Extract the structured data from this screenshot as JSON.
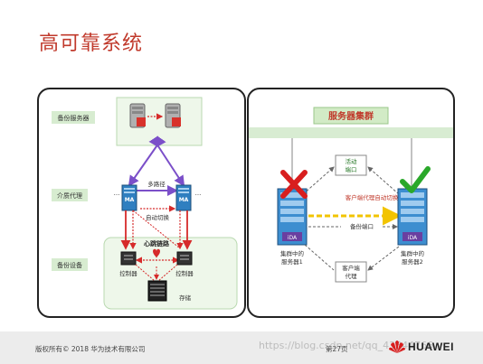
{
  "title": "高可靠系统",
  "left": {
    "labels": {
      "backup_server": "备份服务器",
      "media_agent": "介质代理",
      "backup_device": "备份设备",
      "multipath": "多路径",
      "auto_switch": "自动切换",
      "heartbeat": "心跳链路",
      "controller_a": "控制器",
      "controller_b": "控制器",
      "storage": "存储",
      "ma_a": "MA",
      "ma_b": "MA",
      "dots_a": "...",
      "dots_b": "..."
    }
  },
  "right": {
    "labels": {
      "cluster_title": "服务器集群",
      "active_port": "活动\n端口",
      "active_port_l1": "活动",
      "active_port_l2": "端口",
      "client_auto_switch": "客户端代理自动切换",
      "backup_port": "备份端口",
      "server1_l1": "集群中的",
      "server1_l2": "服务器1",
      "server2_l1": "集群中的",
      "server2_l2": "服务器2",
      "client_agent_l1": "客户端",
      "client_agent_l2": "代理",
      "ida_a": "iDA",
      "ida_b": "iDA"
    }
  },
  "footer": {
    "copyright": "版权所有© 2018 华为技术有限公司",
    "page": "第27页",
    "watermark": "https://blog.csdn.net/qq_43844766",
    "brand": "HUAWEI"
  },
  "colors": {
    "title": "#c0392b",
    "purple_arrow": "#7b4fc9",
    "red_arrow": "#d62a2a",
    "yellow_dash": "#f2c400",
    "check_green": "#2aa82a",
    "cross_red": "#d81e1e",
    "cluster_band": "#cfe8c8"
  }
}
